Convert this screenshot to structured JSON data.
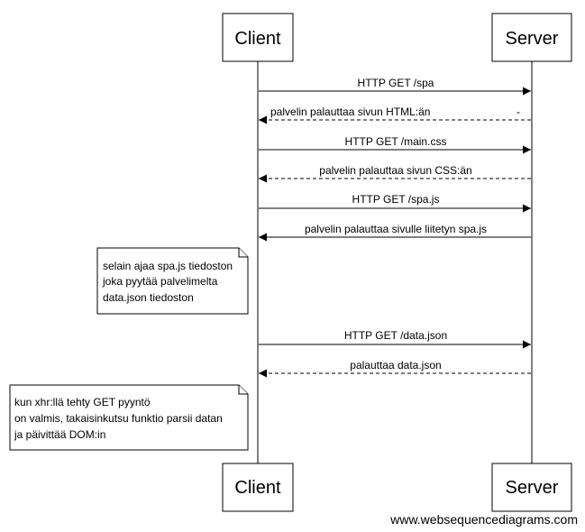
{
  "actors": [
    {
      "id": "client",
      "label": "Client"
    },
    {
      "id": "server",
      "label": "Server"
    }
  ],
  "messages": [
    {
      "from": "client",
      "to": "server",
      "label": "HTTP GET /spa",
      "style": "solid"
    },
    {
      "from": "server",
      "to": "client",
      "label": "palvelin palauttaa sivun HTML:än",
      "style": "dashed",
      "trailing": "-"
    },
    {
      "from": "client",
      "to": "server",
      "label": "HTTP GET /main.css",
      "style": "solid"
    },
    {
      "from": "server",
      "to": "client",
      "label": "palvelin palauttaa sivun CSS:än",
      "style": "dashed"
    },
    {
      "from": "client",
      "to": "server",
      "label": "HTTP GET /spa.js",
      "style": "solid"
    },
    {
      "from": "server",
      "to": "client",
      "label": "palvelin palauttaa sivulle liitetyn spa.js",
      "style": "solid"
    },
    {
      "from": "client",
      "to": "server",
      "label": "HTTP GET /data.json",
      "style": "solid"
    },
    {
      "from": "server",
      "to": "client",
      "label": "palauttaa data.json",
      "style": "dashed"
    }
  ],
  "notes": [
    {
      "lines": [
        "selain ajaa spa.js tiedoston",
        "joka pyytää palvelimelta",
        "data.json tiedoston"
      ]
    },
    {
      "lines": [
        "kun xhr:llä tehty GET pyyntö",
        "on valmis, takaisinkutsu funktio parsii datan",
        "ja päivittää DOM:in"
      ]
    }
  ],
  "watermark": "www.websequencediagrams.com"
}
